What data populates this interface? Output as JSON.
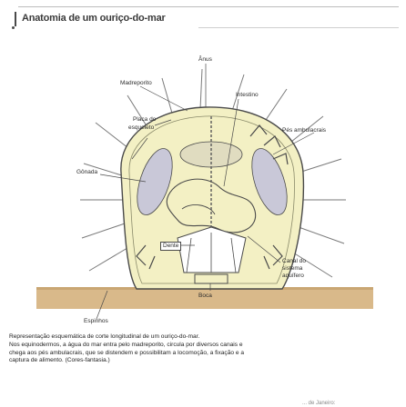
{
  "title": "Anatomia de um ouriço-do-mar",
  "labels": {
    "anus": "Ânus",
    "madreporito": "Madreporito",
    "intestino": "Intestino",
    "placa_line1": "Placa do",
    "placa_line2": "esqueleto",
    "pes": "Pés ambulacrais",
    "gonada": "Gônada",
    "dente": "Dente",
    "boca": "Boca",
    "canal_line1": "Canal do",
    "canal_line2": "sistema",
    "canal_line3": "aquífero",
    "espinhos": "Espinhos"
  },
  "caption": {
    "line1": "Representação esquemática de corte longitudinal de um ouriço-do-mar.",
    "line2": "Nos equinodermos, a água do mar entra pelo madreporito, circula por diversos canais e",
    "line3": "chega aos pés ambulacrais, que se distendem e possibilitam a locomoção, a fixação e a",
    "line4": "captura de alimento. (Cores-fantasia.)"
  },
  "credit": "... de Janeiro:",
  "colors": {
    "body": "#f3f0c4",
    "gonad": "#c9c8d8",
    "spine": "#cfcfcf",
    "ground": "#d9b98a",
    "line": "#4a4a4a"
  }
}
